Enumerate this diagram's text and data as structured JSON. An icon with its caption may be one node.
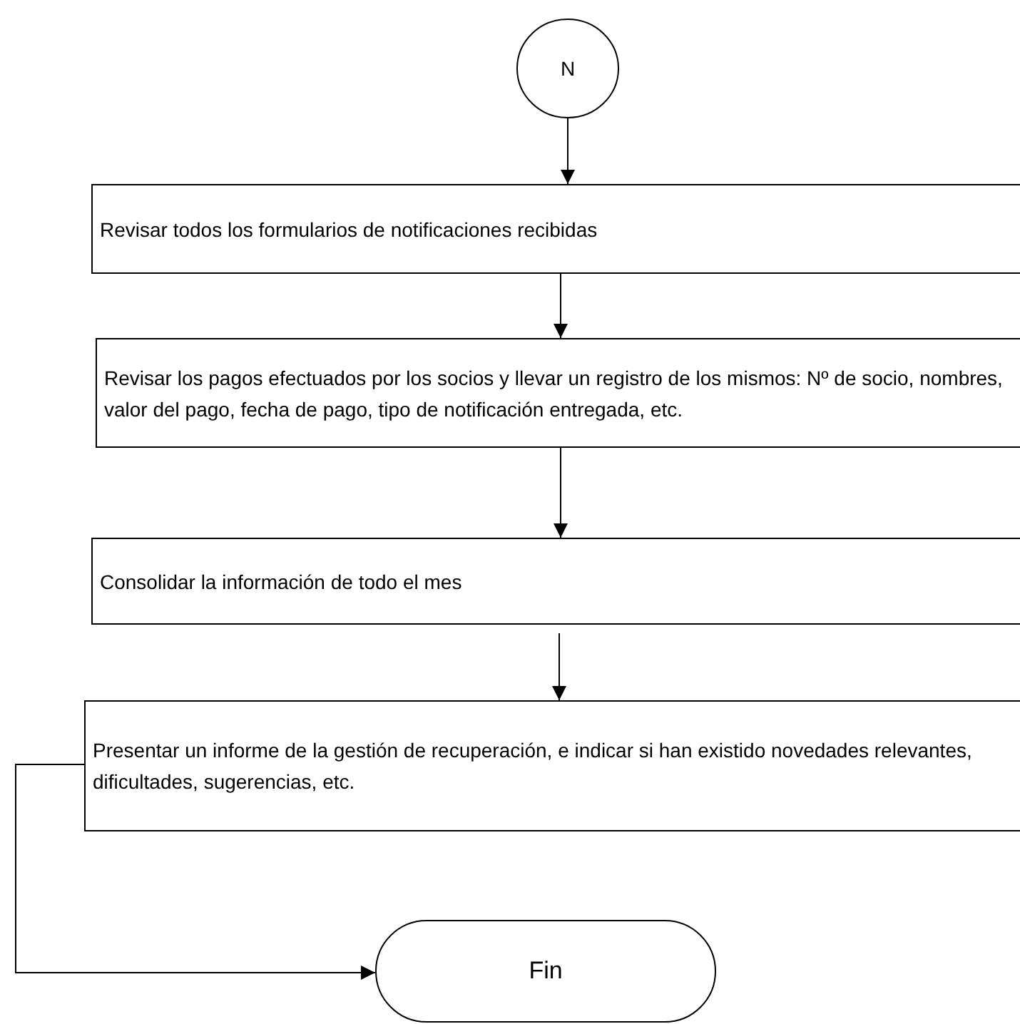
{
  "diagram": {
    "nodes": [
      {
        "text": [
          "N"
        ]
      },
      {
        "text": [
          "Revisar todos los formularios de notificaciones recibidas"
        ]
      },
      {
        "text": [
          "Revisar los pagos efectuados por los socios y llevar un registro de los mismos: Nº de socio, nombres, valor del pago, fecha de pago, tipo de notificación entregada, etc."
        ]
      },
      {
        "text": [
          "Consolidar la información de todo el mes"
        ]
      },
      {
        "text": [
          "Presentar un informe de la gestión de recuperación, e indicar si han existido novedades relevantes, dificultades, sugerencias, etc."
        ]
      },
      {
        "text": [
          "Fin"
        ]
      }
    ],
    "edges": [
      {
        "from": 0,
        "to": 1,
        "arrow": "to"
      },
      {
        "from": 1,
        "to": 2,
        "arrow": "to"
      },
      {
        "from": 2,
        "to": 3,
        "arrow": "to"
      },
      {
        "from": 3,
        "to": 4,
        "arrow": "to"
      },
      {
        "from": 4,
        "to": 5,
        "arrow": "to"
      }
    ]
  }
}
